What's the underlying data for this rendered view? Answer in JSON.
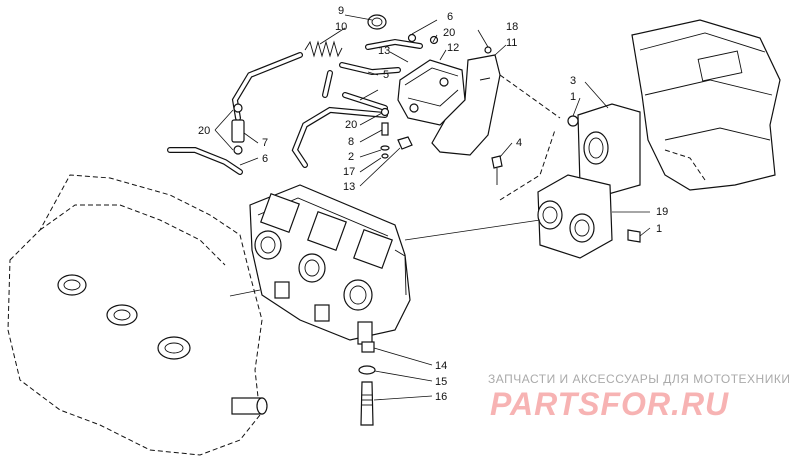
{
  "callouts": [
    {
      "id": "c9",
      "text": "9"
    },
    {
      "id": "c10",
      "text": "10"
    },
    {
      "id": "c6a",
      "text": "6"
    },
    {
      "id": "c20a",
      "text": "20"
    },
    {
      "id": "c12",
      "text": "12"
    },
    {
      "id": "c18",
      "text": "18"
    },
    {
      "id": "c11",
      "text": "11"
    },
    {
      "id": "c13a",
      "text": "13"
    },
    {
      "id": "c5",
      "text": "5"
    },
    {
      "id": "c3",
      "text": "3"
    },
    {
      "id": "c1a",
      "text": "1"
    },
    {
      "id": "c20b",
      "text": "20"
    },
    {
      "id": "c7",
      "text": "7"
    },
    {
      "id": "c6b",
      "text": "6"
    },
    {
      "id": "c20c",
      "text": "20"
    },
    {
      "id": "c8",
      "text": "8"
    },
    {
      "id": "c2",
      "text": "2"
    },
    {
      "id": "c17",
      "text": "17"
    },
    {
      "id": "c13b",
      "text": "13"
    },
    {
      "id": "c4",
      "text": "4"
    },
    {
      "id": "c19",
      "text": "19"
    },
    {
      "id": "c1b",
      "text": "1"
    },
    {
      "id": "c14",
      "text": "14"
    },
    {
      "id": "c15",
      "text": "15"
    },
    {
      "id": "c16",
      "text": "16"
    }
  ],
  "watermark": {
    "tagline": "ЗАПЧАСТИ И АКСЕССУАРЫ ДЛЯ МОТОТЕХНИКИ",
    "logo": "PARTSFOR.RU",
    "tagline_color": "#aaaaaa",
    "logo_color": "#f7b3b3"
  }
}
